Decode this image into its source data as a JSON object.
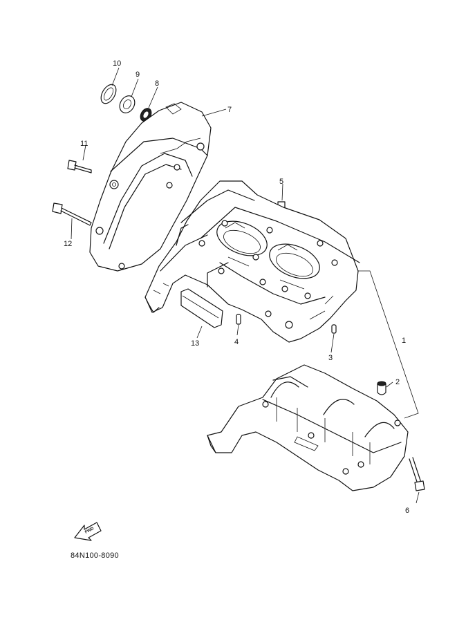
{
  "callouts": {
    "c1": "1",
    "c2": "2",
    "c3": "3",
    "c4": "4",
    "c5": "5",
    "c6": "6",
    "c7": "7",
    "c8": "8",
    "c9": "9",
    "c10": "10",
    "c11": "11",
    "c12": "12",
    "c13": "13"
  },
  "fwd_label": "FWD",
  "reference_code": "84N100-8090"
}
